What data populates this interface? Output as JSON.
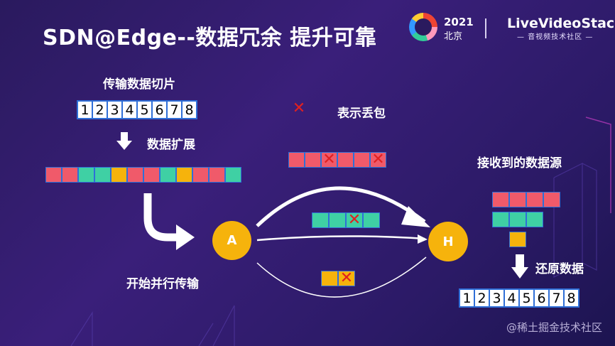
{
  "title": "SDN@Edge--数据冗余 提升可靠",
  "logo": {
    "year": "2021",
    "city": "北京",
    "brand": "LiveVideoStack",
    "brand_sub": "— 音视频技术社区 —"
  },
  "labels": {
    "slice": "传输数据切片",
    "expand": "数据扩展",
    "parallel": "开始并行传输",
    "loss": "表示丢包",
    "received": "接收到的数据源",
    "restore": "还原数据"
  },
  "node_a": "A",
  "node_h": "H",
  "sequence": [
    "1",
    "2",
    "3",
    "4",
    "5",
    "6",
    "7",
    "8"
  ],
  "restored": [
    "1",
    "2",
    "3",
    "4",
    "5",
    "6",
    "7",
    "8"
  ],
  "loss_mark": "✕",
  "colors": {
    "red": "#f05a6a",
    "teal": "#3fd0a4",
    "yellow": "#f6b30c",
    "border": "#2f6fd8"
  },
  "expanded_strip": [
    "red",
    "red",
    "teal",
    "teal",
    "yellow",
    "red",
    "red",
    "teal",
    "yellow",
    "red",
    "red",
    "teal"
  ],
  "path_top": [
    "red",
    "red",
    "red-x",
    "red",
    "red",
    "red-x"
  ],
  "path_mid": [
    "teal",
    "teal",
    "teal-x",
    "teal"
  ],
  "path_bot": [
    "yellow",
    "yellow-x"
  ],
  "received_rows": [
    [
      "red",
      "red",
      "red",
      "red"
    ],
    [
      "teal",
      "teal",
      "teal"
    ],
    [
      "yellow"
    ]
  ],
  "watermark": "@稀土掘金技术社区"
}
